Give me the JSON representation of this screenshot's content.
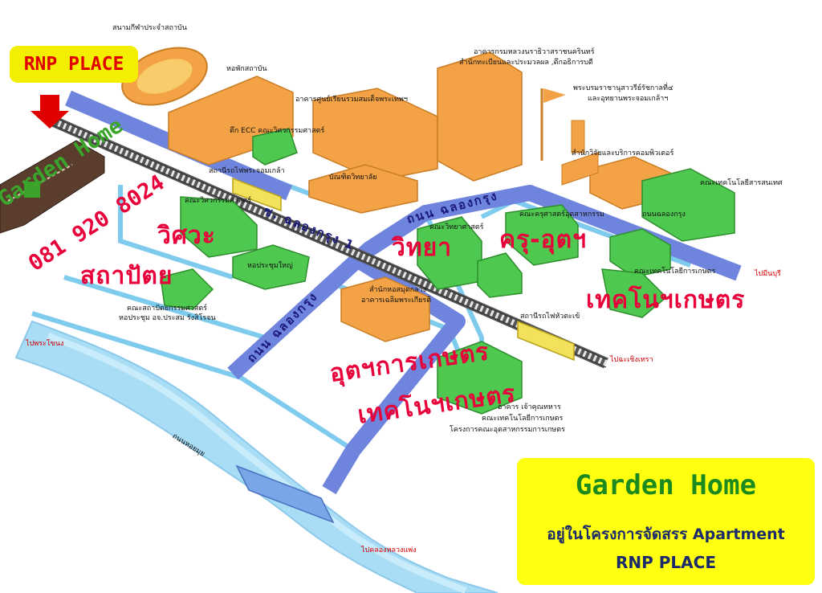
{
  "badge": {
    "text": "RNP PLACE"
  },
  "garden_home": {
    "name": "Garden Home",
    "phone": "081 920 8024"
  },
  "promo": {
    "title": "Garden Home",
    "line": "อยู่ในโครงการจัดสรร Apartment",
    "brand": "RNP PLACE"
  },
  "zones": {
    "engineering": "วิศวะ",
    "architecture": "สถาปัตย",
    "science": "วิทยา",
    "education": "ครุ-อุตฯ",
    "agri_tech": "เทคโนฯเกษตร",
    "agro_industry": "อุตฯการเกษตร",
    "agro_tech2": "เทคโนฯเกษตร"
  },
  "roads": {
    "chalongkrung_top": "ถนน ฉลองกรุง",
    "soi_chalongkrung": "ซ. ฉลองกรุง 1",
    "chalongkrung_left": "ถนน ฉลองกรุง"
  },
  "labels": {
    "stadium": "สนามกีฬาประจำสถาบัน",
    "dorm": "หอพักสถาบัน",
    "admin_bldg_1": "อาคารกรมหลวงนราธิวาสราชนครินทร์",
    "admin_bldg_2": "สำนักทะเบียนและประมวลผล ,ตึกอธิการบดี",
    "center_bldg": "อาคารศูนย์เรียนรวมสมเด็จพระเทพฯ",
    "ecc": "ตึก ECC คณะวิศวกรรมศาสตร์",
    "statue_1": "พระบรมราชานุสาวรีย์รัชกาลที่๔",
    "statue_2": "และอุทยานพระจอมเกล้าฯ",
    "computer": "สำนักวิจัยและบริการคอมพิวเตอร์",
    "it_faculty": "คณะเทคโนโลยีสารสนเทศ",
    "station_pjk": "สถานีรถไฟพระจอมเกล้า",
    "grad_school": "บัณฑิตวิทยาลัย",
    "eng_faculty": "คณะวิศวกรรมศาสตร์",
    "sci_faculty": "คณะวิทยาศาสตร์",
    "edu_faculty": "คณะครุศาสตร์อุตสาหกรรม",
    "chalongkrung_hall": "ถนนฉลองกรุง",
    "agri_tech_faculty": "คณะเทคโนโลยีการเกษตร",
    "great_hall": "หอประชุมใหญ่",
    "library_1": "สำนักหอสมุดกลาง",
    "library_2": "อาคารเฉลิมพระเกียรติ",
    "arch_faculty_1": "คณะสถาปัตยกรรมศาสตร์",
    "arch_faculty_2": "หอประชุม อจ.ประสม รังสิโรจน",
    "station_hua": "สถานีรถไฟหัวตะเข้",
    "to_minburi": "ไปมีนบุรี",
    "to_phrakhanong": "ไปพระโขนง",
    "to_chachoengsao": "ไปฉะเชิงเทรา",
    "canal": "ถนนหอยมุย",
    "to_khlong": "ไปคลองหลวงแพ่ง",
    "agro_bldg_1": "อาคาร เจ้าคุณทหาร",
    "agro_bldg_2": "คณะเทคโนโลยีการเกษตร",
    "agro_bldg_3": "โครงการคณะอุตสาหกรรมการเกษตร"
  },
  "colors": {
    "road": "#6f84dd",
    "path": "#7ecbee",
    "canal": "#a9ddf6",
    "building_orange": "#f3a245",
    "building_green": "#4fc84f",
    "station": "#f2e15a",
    "zone_text": "#e8003a"
  }
}
